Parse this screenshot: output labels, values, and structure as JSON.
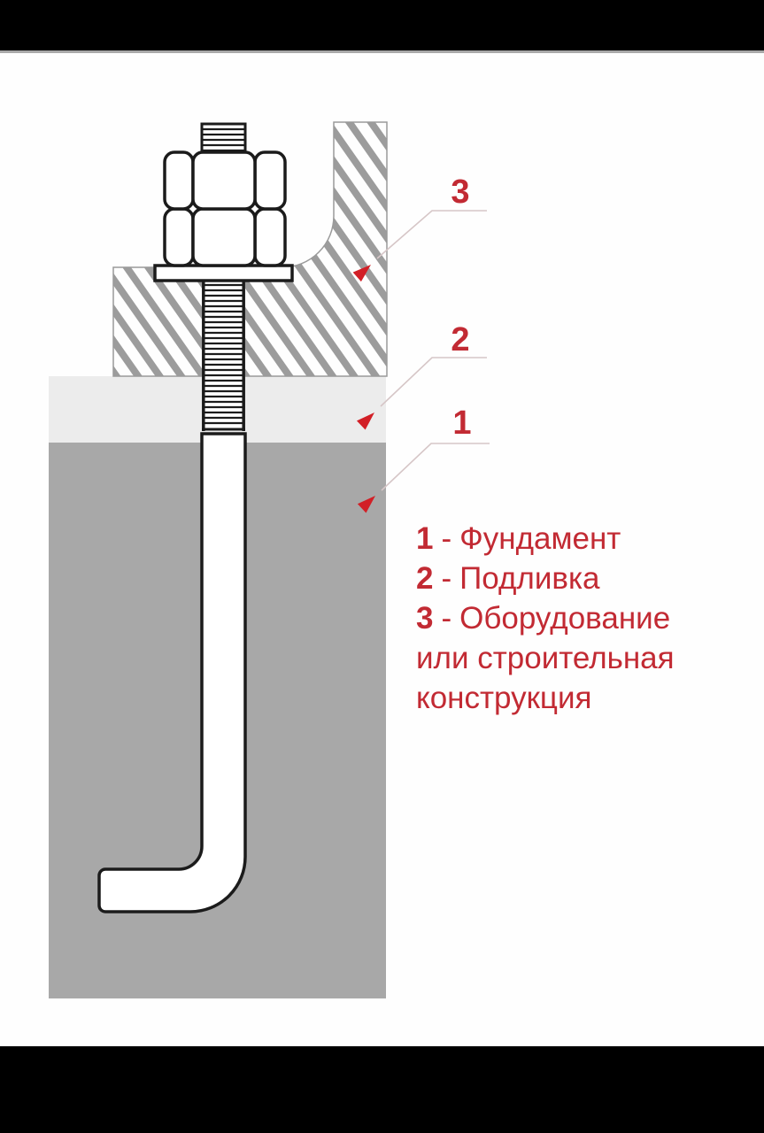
{
  "colors": {
    "bar-black": "#000000",
    "bar-divider": "#a9a9a9",
    "page-bg": "#fefefe",
    "outline-dark": "#1b1b1b",
    "hatch-gray": "#9c9c9c",
    "plate-edge": "#9a9a9a",
    "grout-gray": "#ececec",
    "foundation-gray": "#a8a8a8",
    "metal-white": "#ffffff",
    "accent-red": "#c22a33",
    "arrow-red": "#d21f26",
    "leader-line": "#d6c6c7"
  },
  "callouts": {
    "equipment": {
      "number": "3"
    },
    "grout": {
      "number": "2"
    },
    "foundation": {
      "number": "1"
    }
  },
  "legend": {
    "dash": "-",
    "items": [
      {
        "number": "1",
        "label": "Фундамент"
      },
      {
        "number": "2",
        "label": "Подливка"
      },
      {
        "number": "3",
        "label": "Оборудование или строительная конструкция"
      }
    ]
  }
}
